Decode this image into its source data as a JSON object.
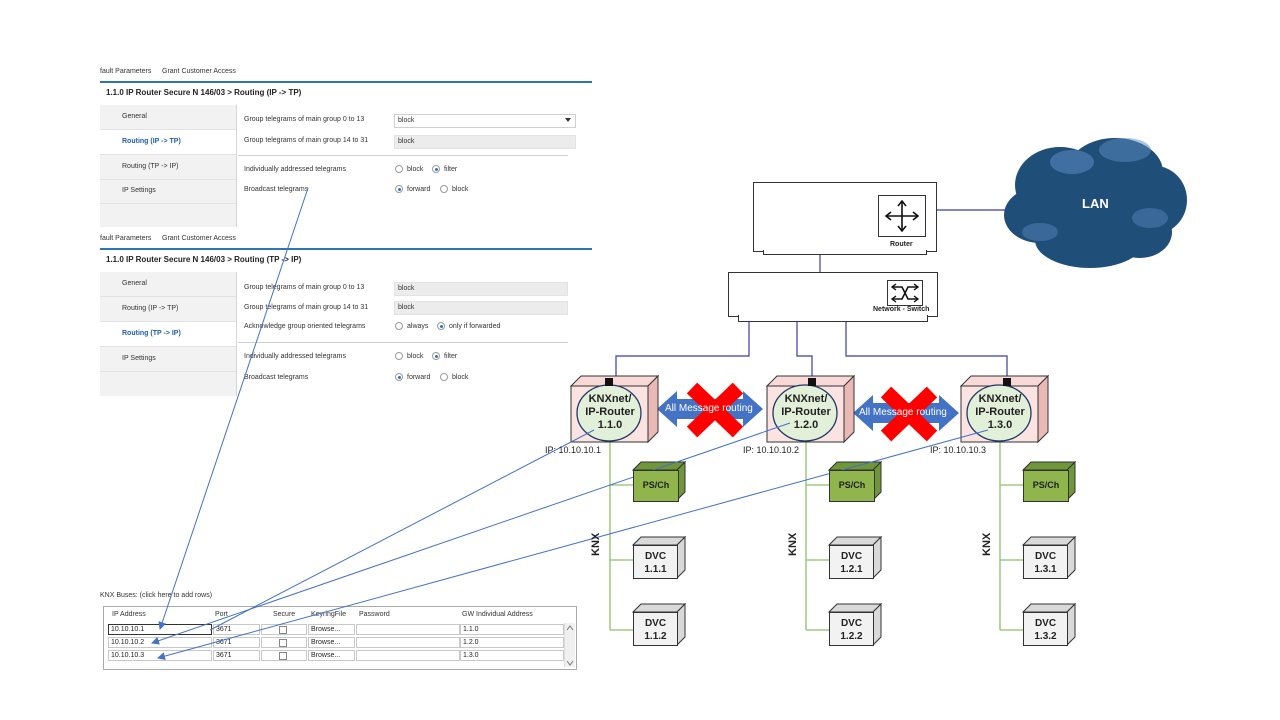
{
  "panel_ip_tp": {
    "tabs": [
      "fault Parameters",
      "Grant Customer Access"
    ],
    "title": "1.1.0 IP Router Secure N 146/03 > Routing (IP -> TP)",
    "sidebar": [
      "General",
      "Routing (IP -> TP)",
      "Routing (TP -> IP)",
      "IP Settings"
    ],
    "active_index": 1,
    "params": {
      "group_0_13_label": "Group telegrams of main group 0 to 13",
      "group_0_13_value": "block",
      "group_14_31_label": "Group telegrams of main group 14 to 31",
      "group_14_31_value": "block",
      "individual_label": "Individually addressed telegrams",
      "individual_opt1": "block",
      "individual_opt2": "filter",
      "broadcast_label": "Broadcast telegrams",
      "broadcast_opt1": "forward",
      "broadcast_opt2": "block"
    }
  },
  "panel_tp_ip": {
    "tabs": [
      "fault Parameters",
      "Grant Customer Access"
    ],
    "title": "1.1.0 IP Router Secure N 146/03 > Routing (TP -> IP)",
    "sidebar": [
      "General",
      "Routing (IP -> TP)",
      "Routing (TP -> IP)",
      "IP Settings"
    ],
    "active_index": 2,
    "params": {
      "group_0_13_label": "Group telegrams of main group 0 to 13",
      "group_0_13_value": "block",
      "group_14_31_label": "Group telegrams of main group 14 to 31",
      "group_14_31_value": "block",
      "ack_label": "Acknowledge group oriented telegrams",
      "ack_opt1": "always",
      "ack_opt2": "only if forwarded",
      "individual_label": "Individually addressed telegrams",
      "individual_opt1": "block",
      "individual_opt2": "filter",
      "broadcast_label": "Broadcast telegrams",
      "broadcast_opt1": "forward",
      "broadcast_opt2": "block"
    }
  },
  "knx_buses": {
    "caption": "KNX Buses: (click here to add rows)",
    "headers": [
      "IP Address",
      "Port",
      "Secure",
      "KeyringFile",
      "Password",
      "GW Individual Address"
    ],
    "rows": [
      {
        "ip": "10.10.10.1",
        "port": "3671",
        "keyring": "Browse...",
        "gw": "1.1.0"
      },
      {
        "ip": "10.10.10.2",
        "port": "3671",
        "keyring": "Browse...",
        "gw": "1.2.0"
      },
      {
        "ip": "10.10.10.3",
        "port": "3671",
        "keyring": "Browse...",
        "gw": "1.3.0"
      }
    ]
  },
  "network": {
    "lan_label": "LAN",
    "router_label": "Router",
    "switch_label": "Network - Switch",
    "routing_label": "All Message routing",
    "knx_label": "KNX",
    "ps_label": "PS/Ch",
    "colors": {
      "link": "#3b3bb0",
      "bus": "#8fbf6a",
      "arrow": "#4472c4",
      "cross": "#ff0000",
      "cloud": "#1f4e79",
      "ps": "#8fb54c"
    },
    "routers": [
      {
        "name_line1": "KNXnet/",
        "name_line2": "IP-Router",
        "addr": "1.1.0",
        "ip": "IP: 10.10.10.1"
      },
      {
        "name_line1": "KNXnet/",
        "name_line2": "IP-Router",
        "addr": "1.2.0",
        "ip": "IP: 10.10.10.2"
      },
      {
        "name_line1": "KNXnet/",
        "name_line2": "IP-Router",
        "addr": "1.3.0",
        "ip": "IP: 10.10.10.3"
      }
    ],
    "devices": [
      {
        "name": "DVC",
        "addr": "1.1.1"
      },
      {
        "name": "DVC",
        "addr": "1.1.2"
      },
      {
        "name": "DVC",
        "addr": "1.2.1"
      },
      {
        "name": "DVC",
        "addr": "1.2.2"
      },
      {
        "name": "DVC",
        "addr": "1.3.1"
      },
      {
        "name": "DVC",
        "addr": "1.3.2"
      }
    ]
  }
}
